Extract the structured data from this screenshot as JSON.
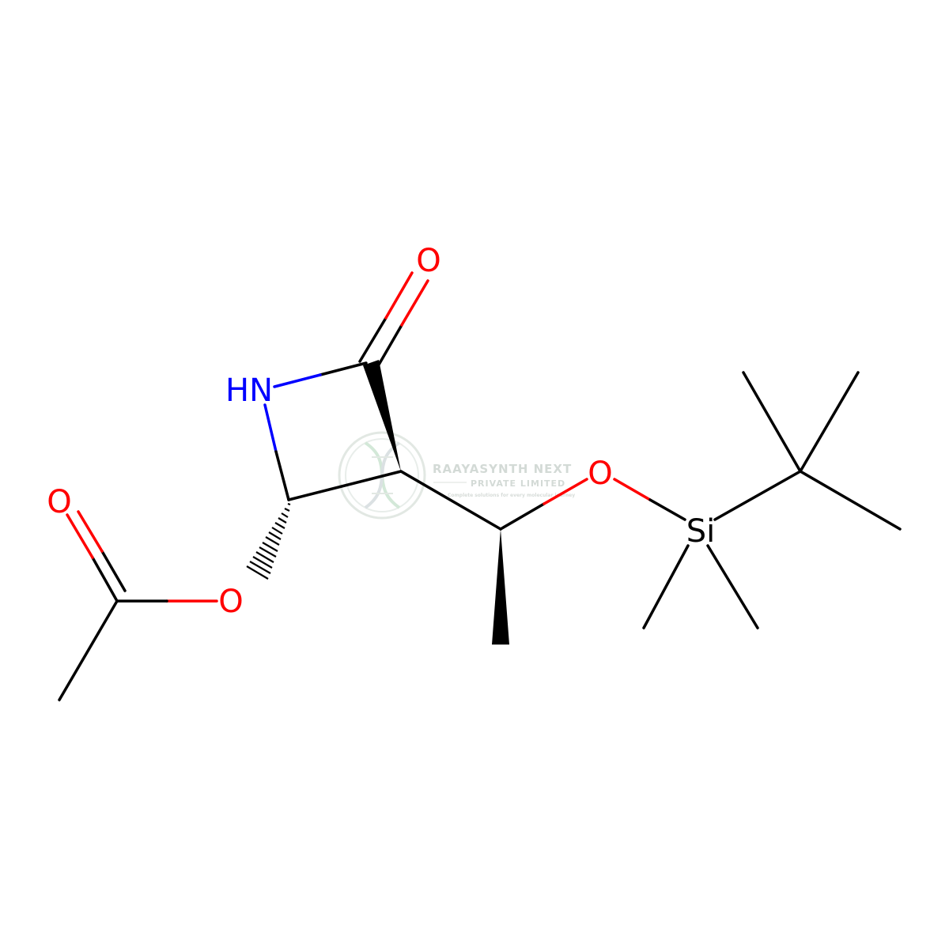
{
  "colors": {
    "carbon_bond": "#000000",
    "oxygen": "#ff0000",
    "nitrogen": "#0000ff",
    "silicon": "#000000",
    "watermark": "#c9d3cc"
  },
  "atoms": {
    "carbonyl_oxygen": "O",
    "amide_nitrogen": "HN",
    "ether_oxygen": "O",
    "silicon": "Si",
    "acetyl_carbonyl_oxygen": "O",
    "ester_oxygen": "O"
  },
  "watermark": {
    "company": "RAAYASYNTH NEXT",
    "subtitle": "PRIVATE LIMITED",
    "tagline": "Complete solutions for every molecular journey",
    "logo_icon": "dna-helix-icon"
  }
}
